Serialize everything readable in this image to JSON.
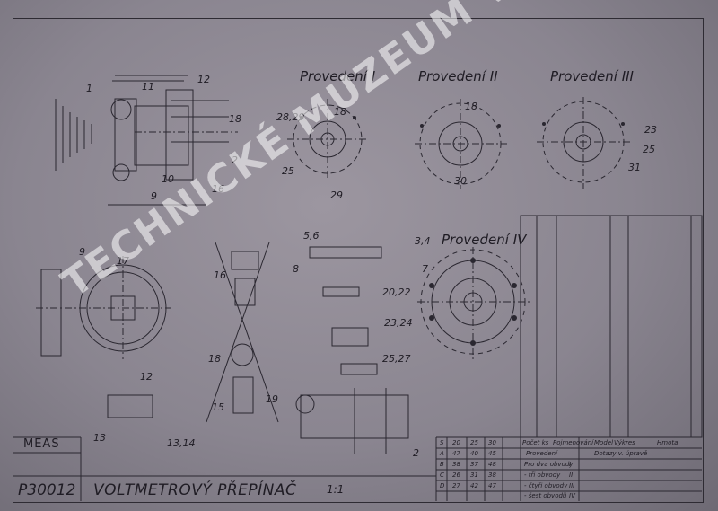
{
  "sheet": {
    "code": "P30012",
    "title": "VOLTMETROVÝ PŘEPÍNAČ",
    "scale": "1:1",
    "maker": "MEAS",
    "watermark": "TECHNICKÉ MUZEUM V BRNĚ"
  },
  "views": {
    "prov1": "Provedení I",
    "prov2": "Provedení II",
    "prov3": "Provedení III",
    "prov4": "Provedení IV"
  },
  "callouts": [
    "1",
    "11",
    "12",
    "18",
    "2",
    "10",
    "9",
    "16",
    "28,29",
    "18",
    "25",
    "18",
    "30",
    "23",
    "25",
    "31",
    "29",
    "5,6",
    "3,4",
    "7",
    "9",
    "17",
    "16",
    "20,22",
    "23,24",
    "25,27",
    "12",
    "18",
    "15",
    "19",
    "13",
    "13,14",
    "8",
    "2"
  ],
  "title_block": {
    "col_s": "S",
    "col_20": "20",
    "col_25": "25",
    "col_30": "30",
    "rows": [
      {
        "k": "A",
        "v": [
          "47",
          "40",
          "45"
        ]
      },
      {
        "k": "B",
        "v": [
          "38",
          "37",
          "48"
        ]
      },
      {
        "k": "C",
        "v": [
          "26",
          "31",
          "38"
        ]
      },
      {
        "k": "D",
        "v": [
          "27",
          "42",
          "47"
        ]
      }
    ],
    "h_ks": "Počet ks",
    "h_name": "Pojmenování",
    "h_model": "Model",
    "h_draw": "Výkres",
    "h_mat": "Hmota",
    "h_prov": "Provedení",
    "h_detail": "Dotazy v. úpravě",
    "p1": "Pro dva obvody",
    "p2": "- tři obvody",
    "p3": "- čtyři obvody",
    "p4": "- šest obvodů",
    "r1": "I",
    "r2": "II",
    "r3": "III",
    "r4": "IV"
  }
}
